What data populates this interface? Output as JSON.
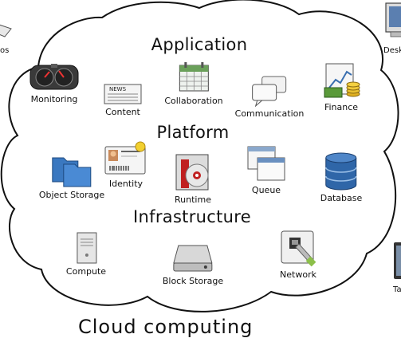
{
  "sections": {
    "application": "Application",
    "platform": "Platform",
    "infrastructure": "Infrastructure"
  },
  "application_items": {
    "monitoring": "Monitoring",
    "content": "Content",
    "collaboration": "Collaboration",
    "communication": "Communication",
    "finance": "Finance"
  },
  "platform_items": {
    "object_storage": "Object Storage",
    "identity": "Identity",
    "runtime": "Runtime",
    "queue": "Queue",
    "database": "Database"
  },
  "infrastructure_items": {
    "compute": "Compute",
    "block_storage": "Block Storage",
    "network": "Network"
  },
  "edge_labels": {
    "left_partial": "os",
    "right_top_partial": "Desk",
    "right_bottom_partial": "Ta"
  },
  "bottom_caption": "Cloud computing",
  "icons": {
    "monitoring": "gauge-icon",
    "content": "newspaper-icon",
    "collaboration": "calendar-icon",
    "communication": "chat-bubbles-icon",
    "finance": "chart-coins-icon",
    "object_storage": "folders-icon",
    "identity": "id-card-icon",
    "runtime": "disc-box-icon",
    "queue": "windows-icon",
    "database": "database-icon",
    "compute": "server-icon",
    "block_storage": "hard-drive-icon",
    "network": "ethernet-port-icon"
  }
}
